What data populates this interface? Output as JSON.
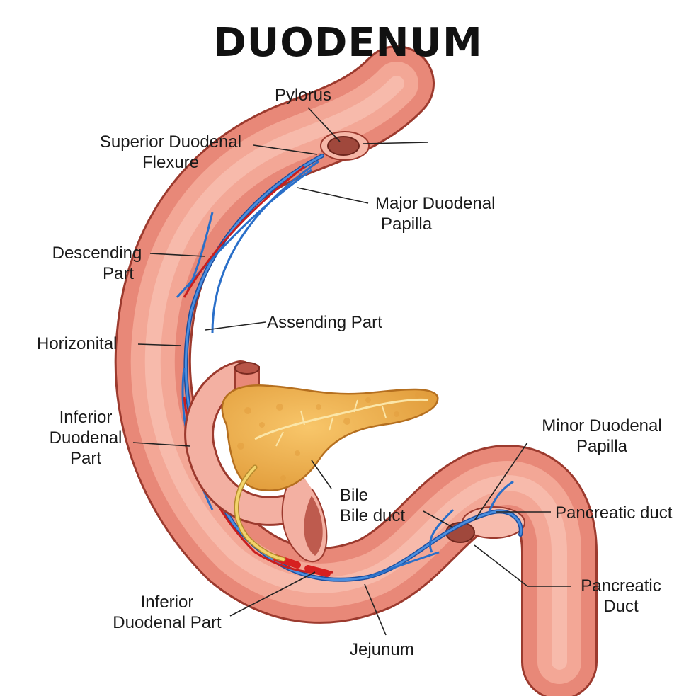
{
  "title": "DUODENUM",
  "labels": {
    "pylorus": "Pylorus",
    "superior_flexure": [
      "Superior Duodenal",
      "Flexure"
    ],
    "major_papilla": [
      "Major Duodenal",
      "Papilla"
    ],
    "descending": [
      "Descending",
      "Part"
    ],
    "ascending": "Assending Part",
    "horizontal": "Horizonital",
    "inferior_part_left": [
      "Inferior",
      "Duodenal",
      "Part"
    ],
    "minor_papilla": [
      "Minor Duodenal",
      "Papilla"
    ],
    "bile": [
      "Bile",
      "Bile duct"
    ],
    "pancreatic_duct_upper": "Pancreatic duct",
    "pancreatic_duct_lower": [
      "Pancreatic",
      "Duct"
    ],
    "inferior_part_bottom": [
      "Inferior",
      "Duodenal Part"
    ],
    "jejunum": "Jejunum"
  },
  "colors": {
    "duodenum_outer": "#e88878",
    "duodenum_inner": "#f6b3a3",
    "outline": "#9c3a2e",
    "vein": "#2a6fc9",
    "artery": "#c81e1e",
    "pancreas": "#f0b04c",
    "pancreas_shade": "#d98f2e",
    "bile_duct": "#f2d36b"
  }
}
